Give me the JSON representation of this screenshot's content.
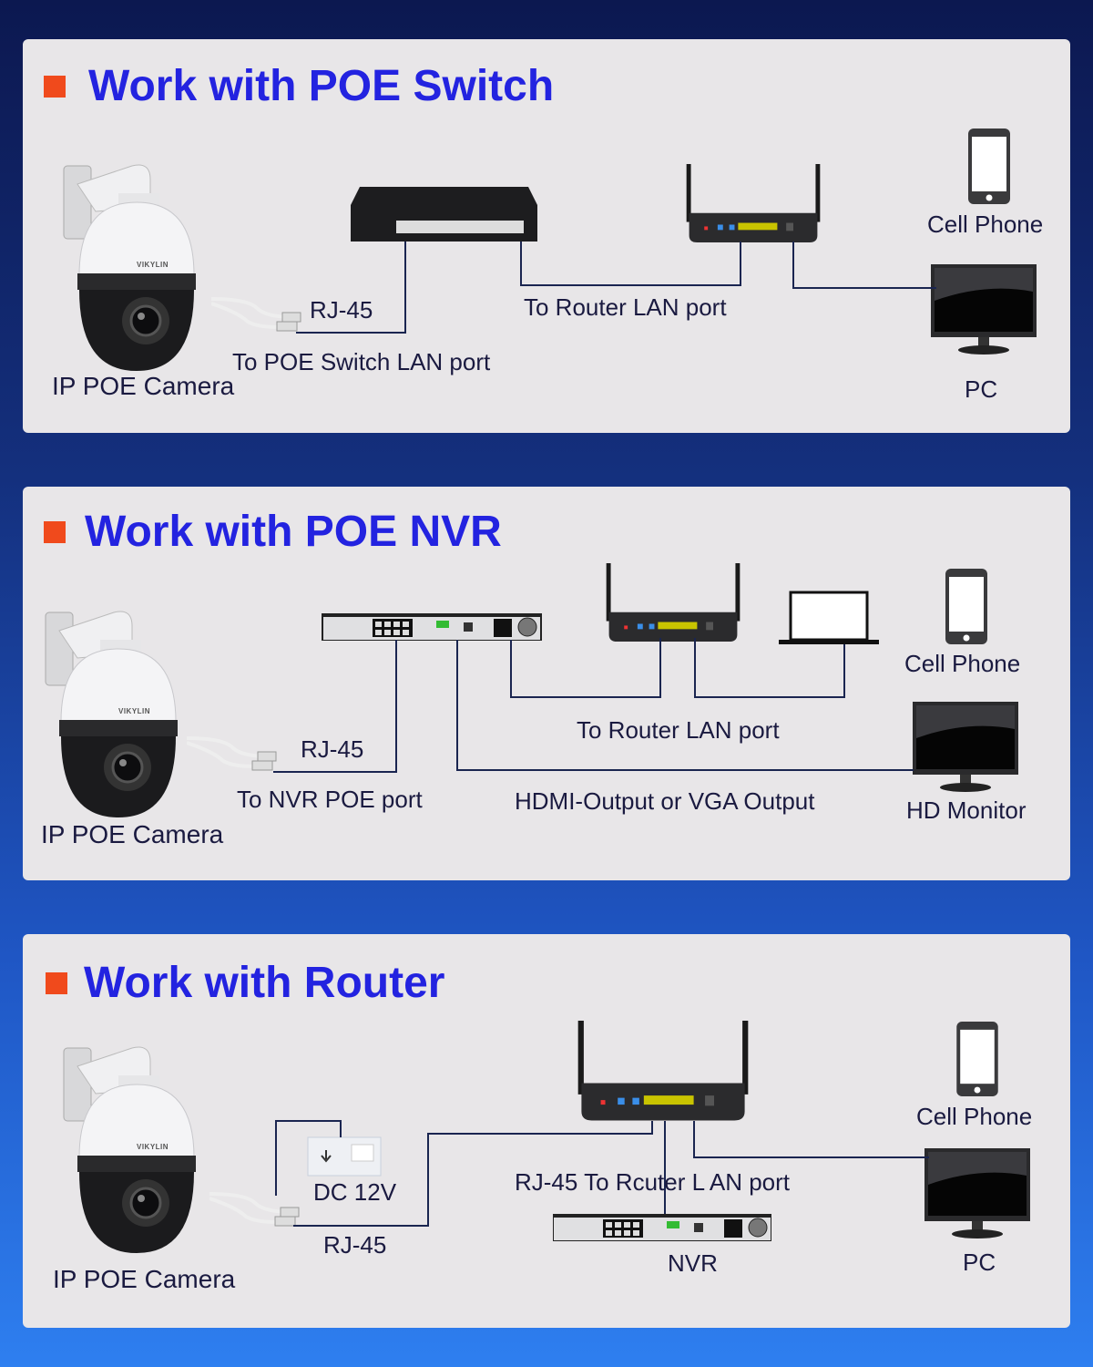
{
  "colors": {
    "accent_square": "#f04a1c",
    "title": "#2323e0",
    "line": "#1a2550",
    "panel": "#e8e6e8"
  },
  "camera_logo_text": "VIKYLIN",
  "sections": [
    {
      "title": "Work with POE Switch",
      "labels": {
        "camera": "IP POE Camera",
        "rj45": "RJ-45",
        "cable": "To POE Switch LAN port",
        "router": "To Router LAN port",
        "phone": "Cell Phone",
        "pc": "PC"
      }
    },
    {
      "title": "Work with POE NVR",
      "labels": {
        "camera": "IP POE Camera",
        "rj45": "RJ-45",
        "cable": "To NVR POE port",
        "router": "To Router LAN port",
        "video": "HDMI-Output or VGA Output",
        "phone": "Cell Phone",
        "monitor": "HD Monitor"
      }
    },
    {
      "title": "Work with Router",
      "labels": {
        "camera": "IP POE Camera",
        "power": "DC 12V",
        "rj45": "RJ-45",
        "router": "RJ-45 To Rcuter L AN port",
        "nvr": "NVR",
        "phone": "Cell Phone",
        "pc": "PC"
      }
    }
  ]
}
